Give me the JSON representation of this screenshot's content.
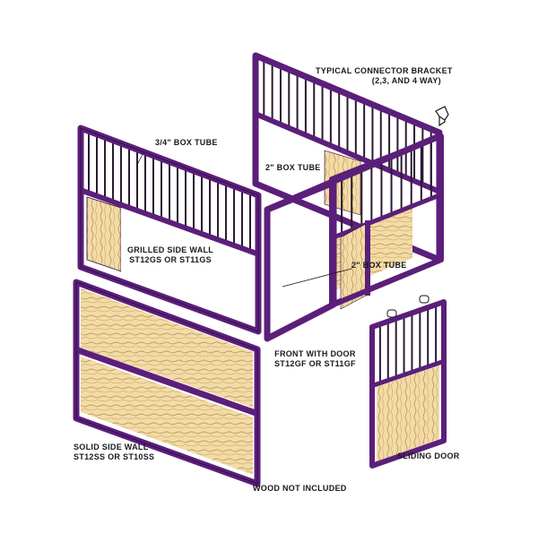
{
  "colors": {
    "frame": "#5b1f7a",
    "frame_edge": "#2a0a3d",
    "bar": "#2b1a33",
    "wood": "#f3dba6",
    "wood_grain": "#b08a4e",
    "background": "#ffffff"
  },
  "labels": {
    "connector_bracket": {
      "line1": "TYPICAL CONNECTOR BRACKET",
      "line2": "(2,3, AND 4 WAY)"
    },
    "box_tube_small": "3/4\" BOX TUBE",
    "box_tube_2in_top": "2\" BOX TUBE",
    "box_tube_2in_mid": "2\" BOX TUBE",
    "grilled_sidewall": {
      "line1": "GRILLED SIDE WALL",
      "line2": "ST12GS OR ST11GS"
    },
    "front_with_door": {
      "line1": "FRONT WITH DOOR",
      "line2": "ST12GF OR ST11GF"
    },
    "solid_sidewall": {
      "line1": "SOLID SIDE WALL",
      "line2": "ST12SS OR ST10SS"
    },
    "sliding_door": "SLIDING DOOR",
    "wood_note": "WOOD NOT INCLUDED"
  },
  "icons": {
    "connector": "connector-bracket-icon"
  }
}
